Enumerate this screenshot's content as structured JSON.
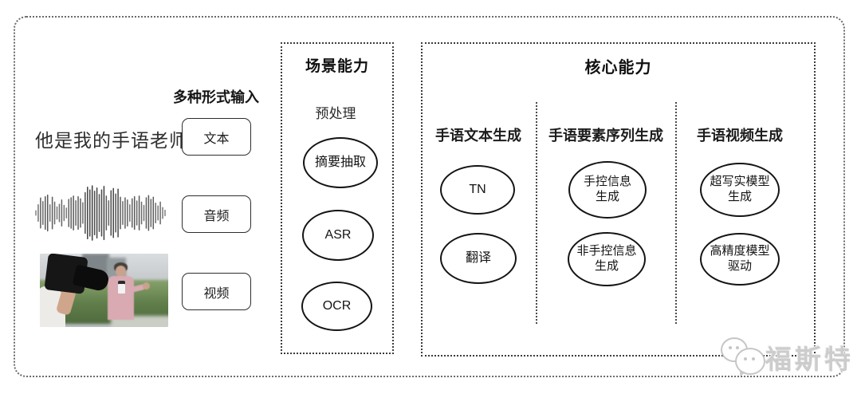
{
  "colors": {
    "background": "#ffffff",
    "outer_border": "#6a6a6a",
    "inner_border": "#3c3c3c",
    "node_stroke": "#141414",
    "text_primary": "#1a1a1a",
    "watermark_gray": "#c6c6c6",
    "reporter_jacket_pink": "#d9aab2",
    "bush_green": "#5f7d49"
  },
  "input_section": {
    "title": "多种形式输入",
    "sample_text": "他是我的手语老师",
    "modes": [
      {
        "label": "文本"
      },
      {
        "label": "音频"
      },
      {
        "label": "视频"
      }
    ],
    "waveform_amplitudes": [
      0.08,
      0.3,
      0.55,
      0.42,
      0.6,
      0.66,
      0.3,
      0.58,
      0.4,
      0.22,
      0.32,
      0.48,
      0.28,
      0.18,
      0.5,
      0.56,
      0.62,
      0.45,
      0.6,
      0.52,
      0.38,
      0.75,
      0.95,
      0.85,
      1.0,
      0.8,
      0.92,
      0.68,
      0.85,
      0.98,
      0.62,
      0.45,
      0.82,
      0.9,
      0.7,
      0.88,
      0.58,
      0.42,
      0.56,
      0.48,
      0.3,
      0.52,
      0.6,
      0.44,
      0.62,
      0.4,
      0.28,
      0.56,
      0.64,
      0.5,
      0.58,
      0.36,
      0.26,
      0.4,
      0.2,
      0.1
    ]
  },
  "scene_box": {
    "title": "场景能力",
    "subtitle": "预处理",
    "nodes": [
      "摘要抽取",
      "ASR",
      "OCR"
    ]
  },
  "core_box": {
    "title": "核心能力",
    "columns": [
      {
        "header": "手语文本生成",
        "nodes": [
          "TN",
          "翻译"
        ]
      },
      {
        "header": "手语要素序列生成",
        "nodes": [
          "手控信息\n生成",
          "非手控信息\n生成"
        ]
      },
      {
        "header": "手语视频生成",
        "nodes": [
          "超写实模型\n生成",
          "高精度模型\n驱动"
        ]
      }
    ]
  },
  "watermark": {
    "text": "福斯特",
    "logo": "wechat-bubbles-icon"
  }
}
